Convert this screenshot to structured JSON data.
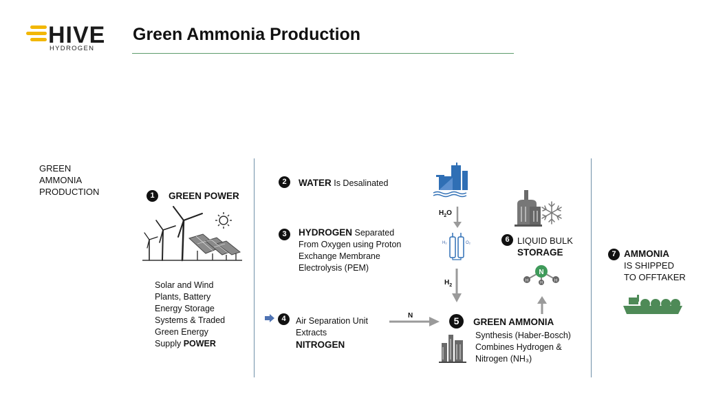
{
  "header": {
    "logo_name": "HIVE",
    "logo_sub": "HYDROGEN",
    "title": "Green Ammonia Production"
  },
  "left_label": [
    "GREEN",
    "AMMONIA",
    "PRODUCTION"
  ],
  "step1": {
    "number": "1",
    "title": "GREEN POWER",
    "desc_lines": [
      "Solar and Wind",
      "Plants, Battery",
      "Energy Storage",
      "Systems & Traded",
      "Green Energy"
    ],
    "desc_last_prefix": "Supply ",
    "desc_last_bold": "POWER"
  },
  "step2": {
    "number": "2",
    "bold": "WATER",
    "rest": " Is Desalinated"
  },
  "step3": {
    "number": "3",
    "bold": "HYDROGEN",
    "rest": " Separated",
    "lines": [
      "From Oxygen using Proton",
      "Exchange Membrane",
      "Electrolysis (PEM)"
    ]
  },
  "step4": {
    "number": "4",
    "lines": [
      "Air Separation Unit",
      "Extracts"
    ],
    "bold": "NITROGEN"
  },
  "step5": {
    "number": "5",
    "title": "GREEN AMMONIA",
    "lines": [
      "Synthesis (Haber-Bosch)",
      "Combines Hydrogen &",
      "Nitrogen (NH₃)"
    ]
  },
  "step6": {
    "number": "6",
    "line1": "LIQUID BULK",
    "bold": "STORAGE"
  },
  "step7": {
    "number": "7",
    "bold": "AMMONIA",
    "lines": [
      "IS SHIPPED",
      "TO OFFTAKER"
    ]
  },
  "labels": {
    "h2o_main": "H",
    "h2o_sub": "2",
    "h2o_end": "O",
    "h2_main": "H",
    "h2_sub": "2",
    "n": "N",
    "cell_h2": "H₂",
    "cell_o2": "O₂",
    "atom_n": "N",
    "atom_h": "H"
  },
  "colors": {
    "accent_green": "#5b9b6b",
    "ship_green": "#4e8a57",
    "water_blue": "#2f6fb5",
    "arrow_gray": "#9a9a9a",
    "logo_yellow": "#f2b705",
    "divider": "#6f8fa8"
  }
}
